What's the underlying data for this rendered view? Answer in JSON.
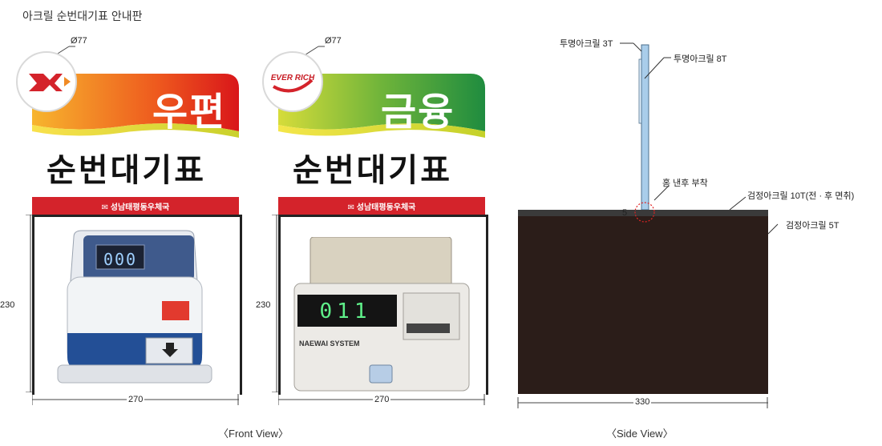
{
  "title": "아크릴 순번대기표 안내판",
  "left_panel": {
    "logo_dim": "Ø77",
    "heading": "우편",
    "subheading": "순번대기표",
    "footer": "성남태평동우체국",
    "height_dim": "230",
    "width_dim": "270",
    "band_colors": [
      "#f4a12a",
      "#e52d1d"
    ],
    "display_value": "000"
  },
  "middle_panel": {
    "logo_dim": "Ø77",
    "logo_text": "EVER RICH",
    "heading": "금융",
    "subheading": "순번대기표",
    "footer": "성남태평동우체국",
    "height_dim": "230",
    "width_dim": "270",
    "band_colors": [
      "#c7d52a",
      "#2f9a45"
    ],
    "display_value": "011",
    "brand_text": "NAEWAI SYSTEM"
  },
  "side_view": {
    "label_clear_3t": "투명아크릴 3T",
    "label_clear_8t": "투명아크릴 8T",
    "label_groove": "홈 낸후 부착",
    "label_black_10t": "검정아크릴 10T(전 · 후 면취)",
    "label_black_5t": "검정아크릴 5T",
    "depth_dim": "5",
    "width_dim": "330"
  },
  "captions": {
    "front": "〈Front View〉",
    "side": "〈Side View〉"
  }
}
